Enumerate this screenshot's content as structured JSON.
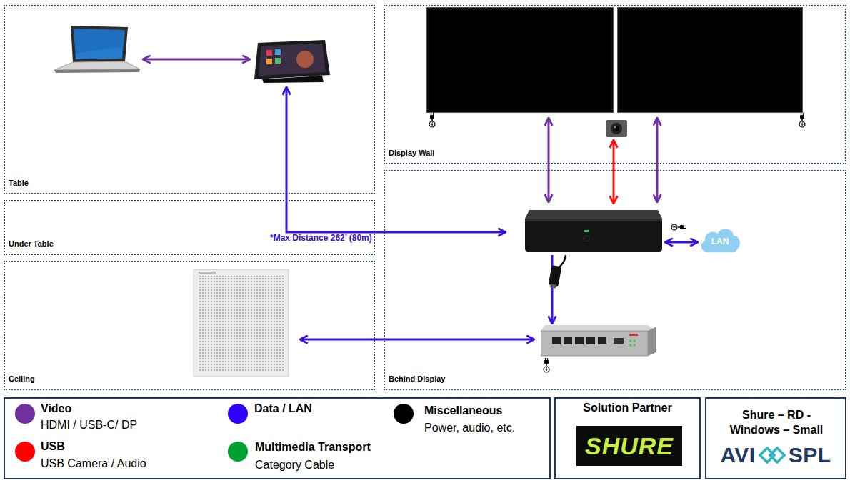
{
  "diagram": {
    "nodes": [
      {
        "text": [
          "Table"
        ]
      },
      {
        "text": [],
        "in": 0
      },
      {
        "text": [],
        "in": 0
      },
      {
        "text": [
          "Under Table"
        ]
      },
      {
        "text": [
          "Ceiling"
        ]
      },
      {
        "text": [],
        "in": 4
      },
      {
        "text": [
          "Display Wall"
        ]
      },
      {
        "text": [],
        "in": 6
      },
      {
        "text": [],
        "in": 6
      },
      {
        "text": [],
        "in": 6
      },
      {
        "text": [
          "Behind Display"
        ]
      },
      {
        "text": [],
        "in": 10
      },
      {
        "text": [
          "LAN"
        ],
        "in": 10
      },
      {
        "text": [],
        "in": 10
      },
      {
        "text": [
          "Solution Partner",
          "SHURE"
        ]
      },
      {
        "text": [
          "Shure – RD - Windows – Small",
          "AVI",
          "SPL"
        ]
      }
    ],
    "edges": [
      {
        "from": 1,
        "to": 2,
        "arrow": "both"
      },
      {
        "from": 2,
        "to": 11,
        "arrow": "both",
        "label": "*Max Distance 262’ (80m)"
      },
      {
        "from": 7,
        "to": 11,
        "arrow": "both"
      },
      {
        "from": 8,
        "to": 11,
        "arrow": "both"
      },
      {
        "from": 9,
        "to": 11,
        "arrow": "both"
      },
      {
        "from": 11,
        "to": 12,
        "arrow": "both"
      },
      {
        "from": 11,
        "to": 13,
        "arrow": "to"
      },
      {
        "from": 5,
        "to": 13,
        "arrow": "both"
      }
    ],
    "labels": [
      "HDMI / USB-C/ DP",
      "USB Camera / Audio",
      "Category Cable",
      "Power, audio, etc."
    ],
    "legend": [
      {
        "text": "Video",
        "color": "#7030a0"
      },
      {
        "text": "USB",
        "color": "#ff0000"
      },
      {
        "text": "Data / LAN",
        "color": "#2f00ff"
      },
      {
        "text": "Multimedia Transport",
        "color": "#00a030"
      },
      {
        "text": "Miscellaneous",
        "color": "#000000"
      }
    ]
  }
}
